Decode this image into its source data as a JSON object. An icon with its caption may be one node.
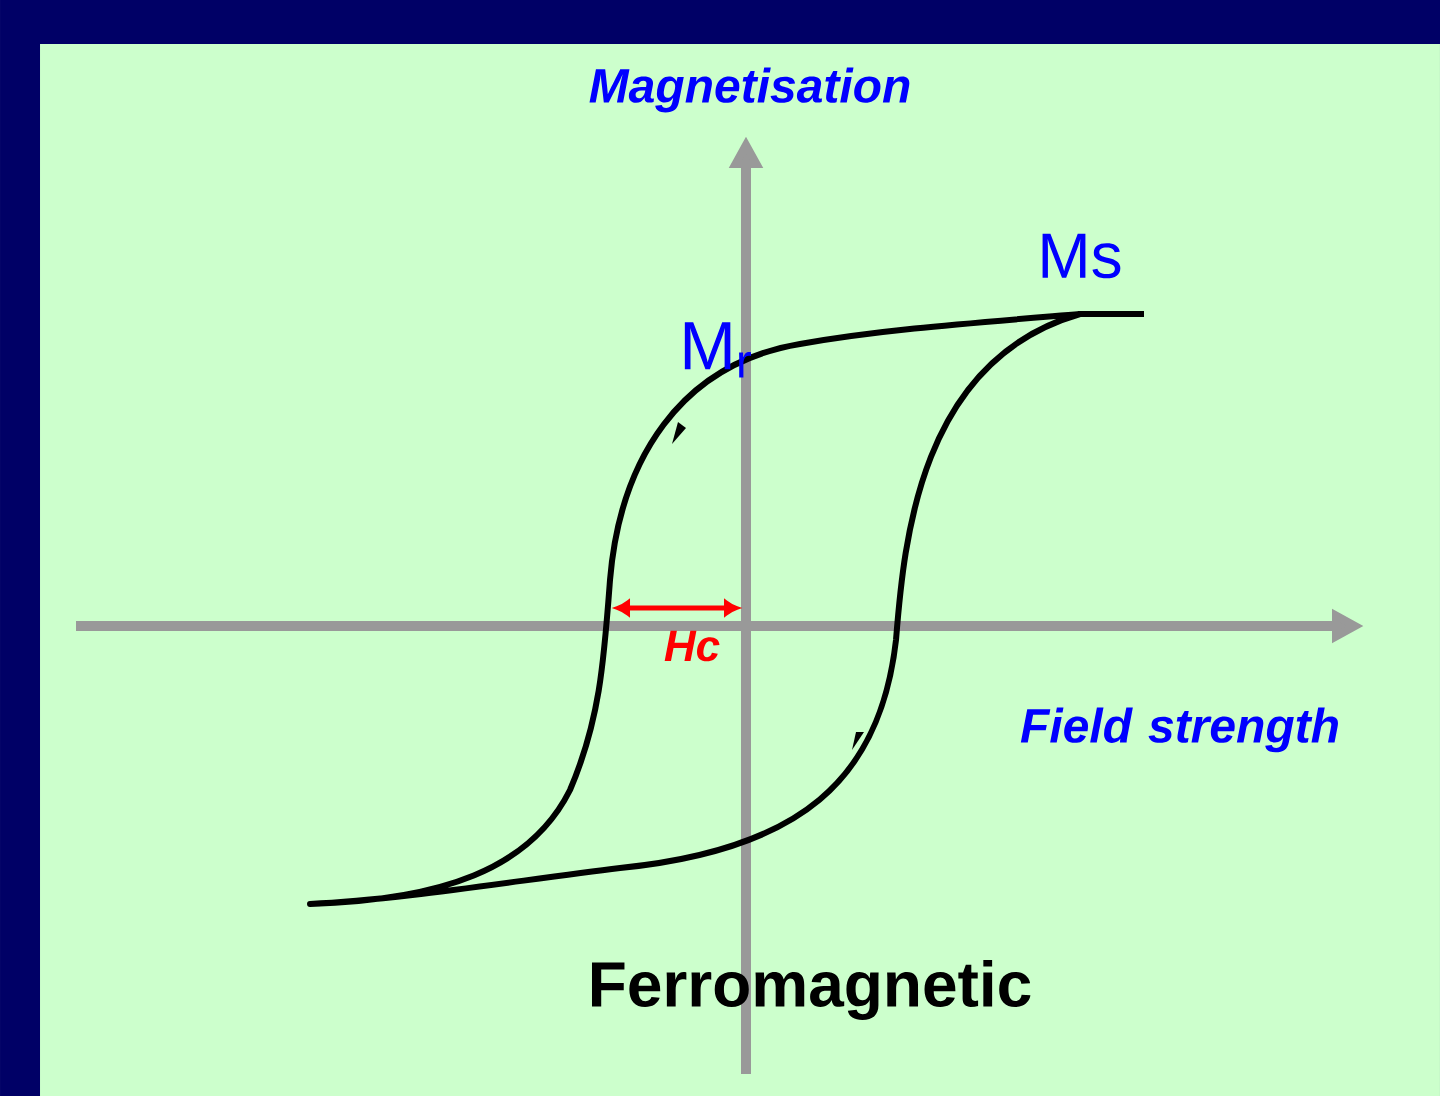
{
  "diagram": {
    "labels": [
      "Magnetisation",
      "Ms",
      "M$_{r}$",
      "Hc",
      "Field strength",
      "Ferromagnetic"
    ]
  }
}
